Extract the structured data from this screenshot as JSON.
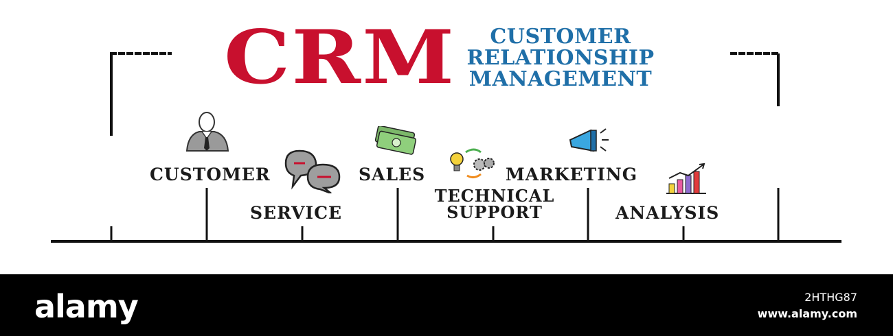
{
  "title": {
    "main": "CRM",
    "subtitle_lines": [
      "CUSTOMER",
      "RELATIONSHIP",
      "MANAGEMENT"
    ]
  },
  "labels": {
    "customer": "CUSTOMER",
    "service": "SERVICE",
    "sales": "SALES",
    "technical_line1": "TECHNICAL",
    "technical_line2": "SUPPORT",
    "marketing": "MARKETING",
    "analysis": "ANALYSIS"
  },
  "icons": [
    "person-icon",
    "speech-bubbles-icon",
    "money-icon",
    "idea-gears-icon",
    "megaphone-icon",
    "bar-chart-icon"
  ],
  "colors": {
    "crm_red": "#c8102e",
    "subtitle_blue": "#1f6fa8",
    "text_black": "#1b1b1b",
    "footer_black": "#000000"
  },
  "footer": {
    "brand": "alamy",
    "image_id": "2HTHG87",
    "site": "www.alamy.com"
  }
}
